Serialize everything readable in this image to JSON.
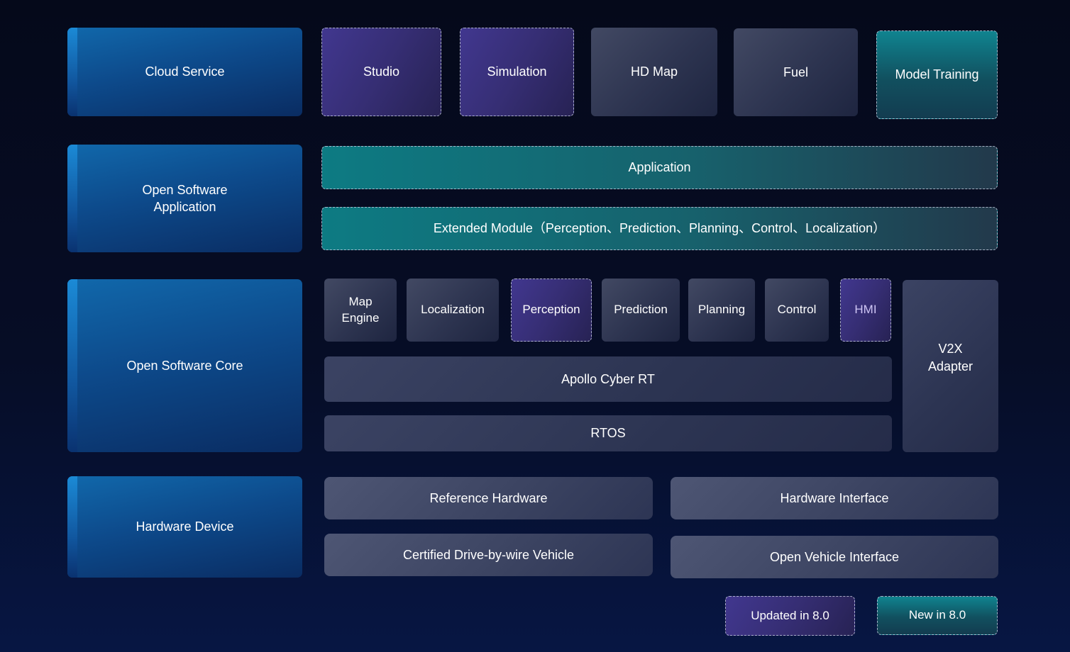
{
  "colors": {
    "background_top": "#05091a",
    "background_bottom": "#071643",
    "category_blue": "#0d4a8b",
    "accent_stripe_blue": "#1b8ad6",
    "updated_purple": "#41378f",
    "new_teal": "#108490",
    "module_slate": "#333a57",
    "hardware_slate": "#454d6b",
    "hmi_text": "#cfc6f5"
  },
  "row_cloud": {
    "label": "Cloud Service",
    "studio": "Studio",
    "simulation": "Simulation",
    "hd_map": "HD Map",
    "fuel": "Fuel",
    "model_training": "Model Training"
  },
  "row_app": {
    "label": "Open Software Application",
    "application": "Application",
    "extended_module": "Extended Module（Perception、Prediction、Planning、Control、Localization）"
  },
  "row_core": {
    "label": "Open Software Core",
    "map_engine": "Map Engine",
    "localization": "Localization",
    "perception": "Perception",
    "prediction": "Prediction",
    "planning": "Planning",
    "control": "Control",
    "hmi": "HMI",
    "cyber_rt": "Apollo Cyber RT",
    "rtos": "RTOS",
    "v2x_adapter": "V2X Adapter"
  },
  "row_hardware": {
    "label": "Hardware Device",
    "reference_hardware": "Reference Hardware",
    "hardware_interface": "Hardware Interface",
    "certified_vehicle": "Certified Drive-by-wire Vehicle",
    "open_vehicle_interface": "Open Vehicle Interface"
  },
  "legend": {
    "updated": "Updated in 8.0",
    "new": "New in 8.0"
  }
}
